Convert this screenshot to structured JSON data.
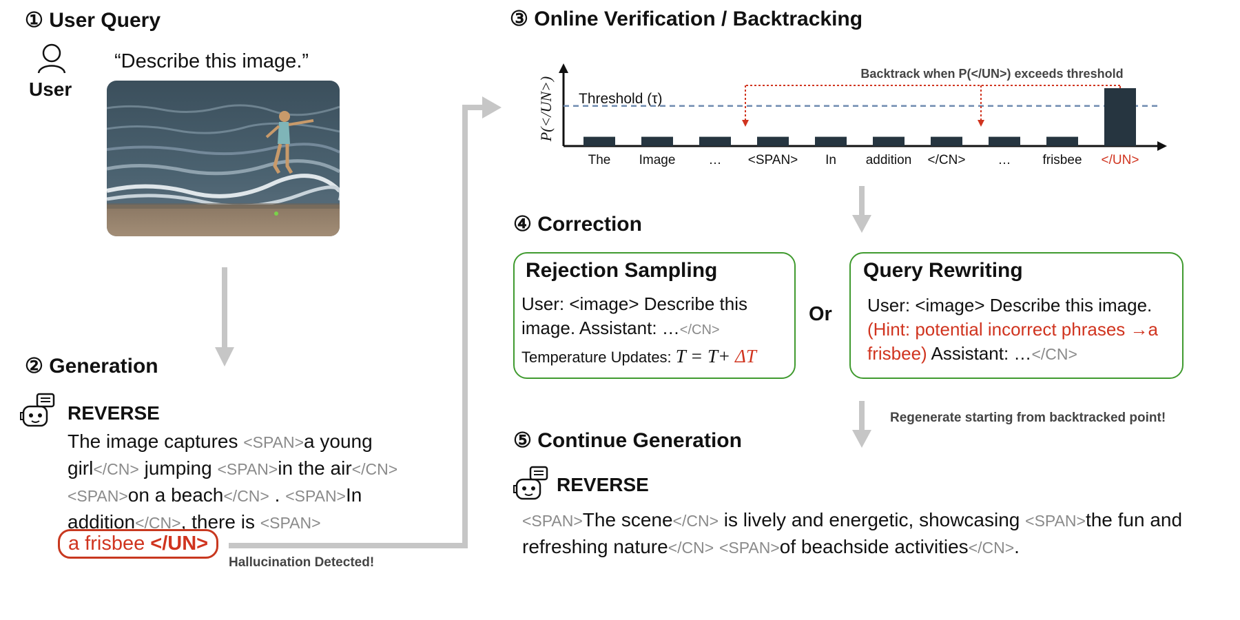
{
  "section1": {
    "number": "①",
    "title": "User Query",
    "user_label": "User",
    "query": "“Describe this image.”"
  },
  "section2": {
    "number": "②",
    "title": "Generation",
    "model_name": "REVERSE",
    "text": {
      "t1": "The image captures ",
      "span": "<SPAN>",
      "cn": "</CN>",
      "t2": "a young girl",
      "t3": " jumping ",
      "t4": "in the air",
      "t5": "on a beach",
      "t6": " . ",
      "t7": "In addition",
      "t8": ", there is ",
      "hallucinated": "a frisbee",
      "un": "</UN>"
    },
    "detected_label": "Hallucination Detected!"
  },
  "section3": {
    "number": "③",
    "title": "Online Verification / Backtracking",
    "y_axis_label": "P(</UN>)",
    "threshold_label": "Threshold (τ)",
    "backtrack_note": "Backtrack when P(</UN>) exceeds threshold"
  },
  "section4": {
    "number": "④",
    "title": "Correction",
    "or_label": "Or",
    "rejection": {
      "title": "Rejection Sampling",
      "line1": "User: <image> Describe this image. Assistant: …",
      "cn": "</CN>",
      "temp_prefix": "Temperature Updates: ",
      "formula_left": "T = T+ ",
      "formula_delta": "ΔT"
    },
    "rewriting": {
      "title": "Query Rewriting",
      "line1": "User: <image> Describe this image. ",
      "hint": "(Hint: potential incorrect phrases →a frisbee)",
      "assistant": " Assistant: …",
      "cn": "</CN>"
    },
    "regenerate_note": "Regenerate starting from backtracked point!"
  },
  "section5": {
    "number": "⑤",
    "title": "Continue Generation",
    "model_name": "REVERSE",
    "text": {
      "span": "<SPAN>",
      "cn": "</CN>",
      "p1": "The scene",
      "p2": " is lively and energetic, showcasing ",
      "p3": "the fun and refreshing nature",
      "p4": " ",
      "p5": "of beachside activities",
      "p6": "."
    }
  },
  "chart_data": {
    "type": "bar",
    "categories": [
      "The",
      "Image",
      "…",
      "<SPAN>",
      "In",
      "addition",
      "</CN>",
      "…",
      "frisbee",
      "</UN>"
    ],
    "values": [
      0.12,
      0.12,
      0.12,
      0.12,
      0.12,
      0.12,
      0.12,
      0.12,
      0.12,
      0.75
    ],
    "threshold": 0.52,
    "ylim": [
      0,
      1
    ],
    "ylabel": "P(</UN>)",
    "highlight_category": "</UN>",
    "bar_color": "#263540",
    "highlight_color": "#d0341f",
    "threshold_color": "#6f8bb0",
    "backtrack_color": "#d0341f"
  }
}
